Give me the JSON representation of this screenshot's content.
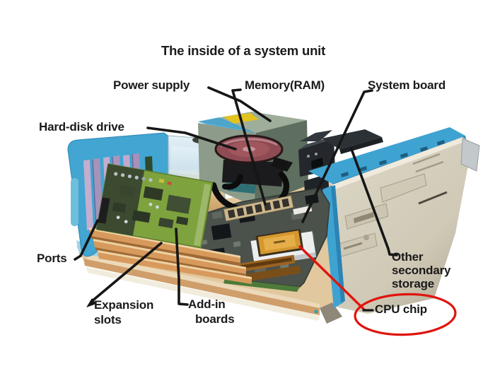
{
  "title": "The inside of a system unit",
  "labels": {
    "power_supply": "Power supply",
    "memory_ram": "Memory(RAM)",
    "system_board": "System board",
    "hard_disk_drive": "Hard-disk drive",
    "ports": "Ports",
    "expansion_slots_line1": "Expansion",
    "expansion_slots_line2": "slots",
    "add_in_boards_line1": "Add-in",
    "add_in_boards_line2": "boards",
    "other_secondary_line1": "Other",
    "other_secondary_line2": "secondary",
    "other_secondary_line3": "storage",
    "cpu_chip": "CPU chip"
  },
  "colors": {
    "label_text": "#1a1a1a",
    "leader_line": "#161616",
    "cpu_highlight_red": "#e0140e",
    "case_blue": "#3fa3d2",
    "case_beige": "#d8d3c1",
    "interior_tan": "#e2c89e",
    "motherboard_gray": "#4b514b",
    "add_in_board_green": "#7ea23e",
    "expansion_slot_tan": "#d89a5c",
    "cpu_gold": "#d5972f",
    "power_supply_green": "#8d9c8a",
    "ports_purple": "#b9a2c6",
    "hard_disk_maroon": "#8f4b53"
  }
}
